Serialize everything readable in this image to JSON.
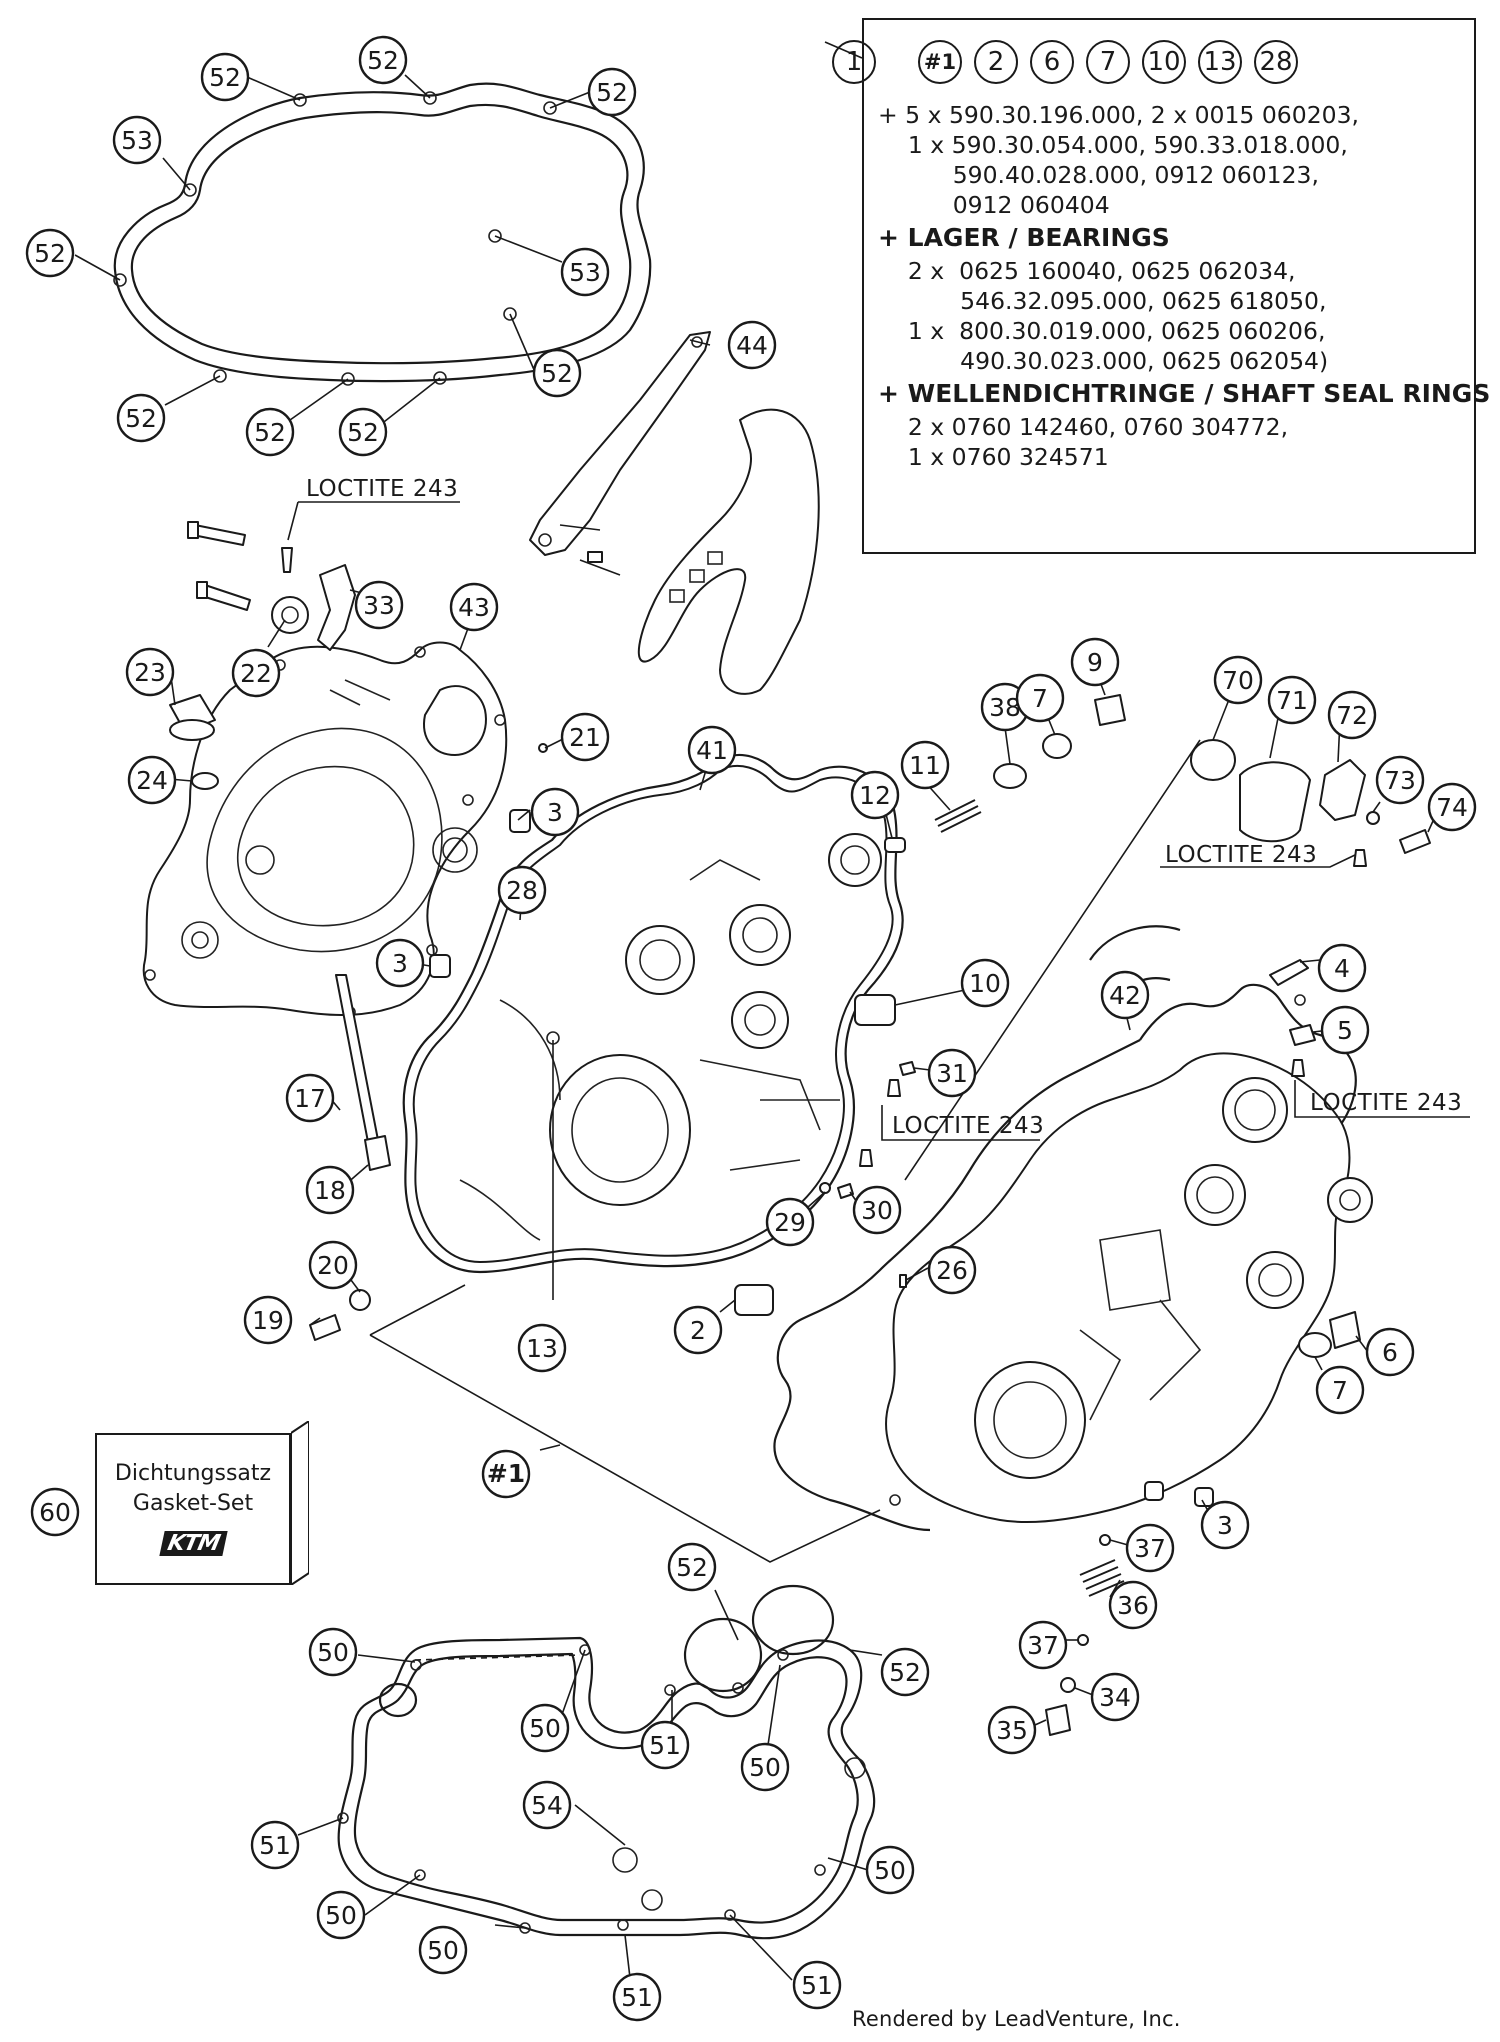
{
  "kit": {
    "callouts": [
      "1",
      "#1",
      "2",
      "6",
      "7",
      "10",
      "13",
      "28"
    ],
    "lines": [
      "+ 5 x 590.30.196.000, 2 x 0015 060203,",
      "    1 x 590.30.054.000, 590.33.018.000,",
      "          590.40.028.000, 0912 060123,",
      "          0912 060404"
    ],
    "bearings_heading": "+ LAGER / BEARINGS",
    "bearings_lines": [
      "    2 x  0625 160040, 0625 062034,",
      "           546.32.095.000, 0625 618050,",
      "    1 x  800.30.019.000, 0625 060206,",
      "           490.30.023.000, 0625 062054)"
    ],
    "seals_heading": "+ WELLENDICHTRINGE / SHAFT SEAL RINGS",
    "seals_lines": [
      "    2 x 0760 142460, 0760 304772,",
      "    1 x 0760 324571"
    ]
  },
  "loctite_label": "LOCTITE 243",
  "gasket_set": {
    "line1": "Dichtungssatz",
    "line2": "Gasket-Set",
    "logo": "KTM",
    "callout": "60"
  },
  "callouts": {
    "c52a": "52",
    "c52b": "52",
    "c52c": "52",
    "c52d": "52",
    "c52e": "52",
    "c52f": "52",
    "c52g": "52",
    "c52h": "52",
    "c52i": "52",
    "c53a": "53",
    "c53b": "53",
    "c44": "44",
    "c33": "33",
    "c43": "43",
    "c22": "22",
    "c23": "23",
    "c24": "24",
    "c21": "21",
    "c3a": "3",
    "c3b": "3",
    "c3c": "3",
    "c28": "28",
    "c41": "41",
    "c12": "12",
    "c11": "11",
    "c38": "38",
    "c7a": "7",
    "c7b": "7",
    "c9": "9",
    "c70": "70",
    "c71": "71",
    "c72": "72",
    "c73": "73",
    "c74": "74",
    "c4": "4",
    "c5": "5",
    "c10": "10",
    "c42": "42",
    "c31": "31",
    "c17": "17",
    "c18": "18",
    "c20": "20",
    "c19": "19",
    "c13": "13",
    "c2": "2",
    "c29": "29",
    "c30": "30",
    "c26": "26",
    "c6": "6",
    "cH1": "#1",
    "c37a": "37",
    "c37b": "37",
    "c36": "36",
    "c34": "34",
    "c35": "35",
    "c50a": "50",
    "c50b": "50",
    "c50c": "50",
    "c50d": "50",
    "c50e": "50",
    "c50f": "50",
    "c51a": "51",
    "c51b": "51",
    "c51c": "51",
    "c51d": "51",
    "c54": "54"
  },
  "credit": "Rendered by LeadVenture, Inc.",
  "colors": {
    "ink": "#1a1a1a",
    "paper": "#ffffff"
  }
}
